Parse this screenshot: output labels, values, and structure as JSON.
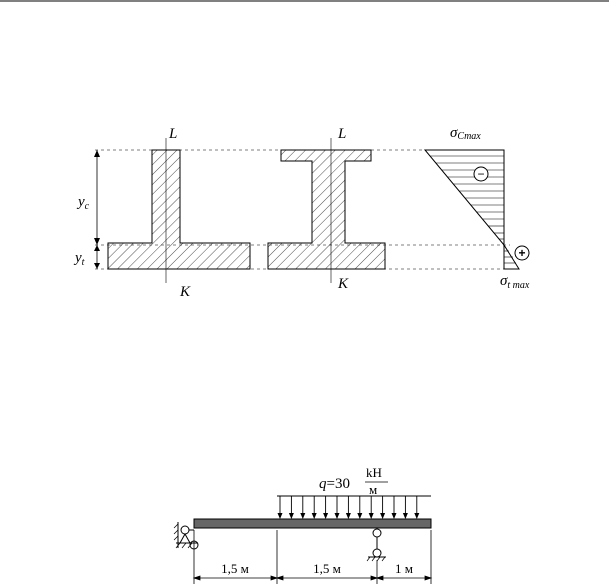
{
  "section_figure": {
    "axis_top_label_1": "L",
    "axis_top_label_2": "L",
    "axis_bottom_label_1": "K",
    "axis_bottom_label_2": "K",
    "dim_yc": "y",
    "dim_yc_sub": "c",
    "dim_yt": "y",
    "dim_yt_sub": "t",
    "stress_top_label": "σ",
    "stress_top_sub": "Cmax",
    "stress_bottom_label": "σ",
    "stress_bottom_sub": "t max",
    "sign_minus": "−",
    "sign_plus": "+"
  },
  "beam_figure": {
    "load_q": "q",
    "load_value": "=30",
    "load_unit_num": "kH",
    "load_unit_den": "м",
    "span_1": "1,5 м",
    "span_2": "1,5 м",
    "span_3": "1 м"
  }
}
